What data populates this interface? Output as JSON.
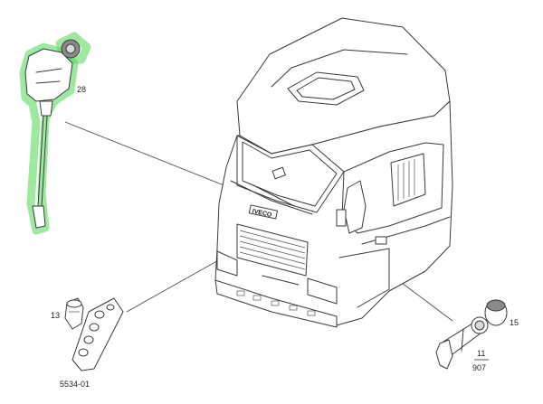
{
  "callouts": {
    "part_28": "28",
    "part_13": "13",
    "part_15": "15",
    "part_11": "11",
    "part_907": "907",
    "catalog_ref": "5534-01"
  },
  "cab_badge": "IVECO",
  "highlight_color": "#39d23c"
}
